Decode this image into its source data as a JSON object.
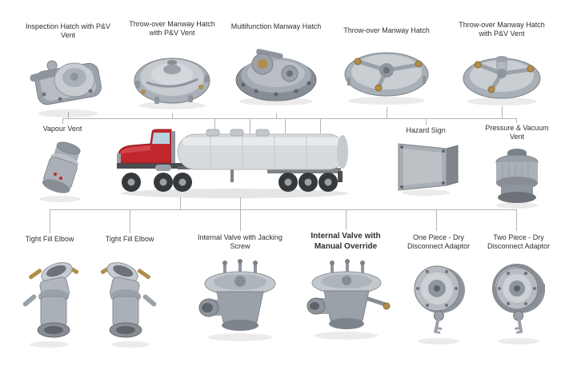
{
  "colors": {
    "background": "#ffffff",
    "connector_line": "#b5b5b5",
    "label_text": "#2f2f2f",
    "metal_light": "#cdd2d6",
    "metal_mid": "#a8aeb5",
    "metal_dark": "#7b8188",
    "brass_accent": "#b08d4a",
    "truck_red": "#c0272d",
    "tank_silver": "#d7dade"
  },
  "components": {
    "top": [
      {
        "label": "Inspection Hatch with P&V Vent"
      },
      {
        "label": "Throw-over Manway Hatch with P&V Vent"
      },
      {
        "label": "Multifunction Manway Hatch"
      },
      {
        "label": "Throw-over Manway Hatch"
      },
      {
        "label": "Throw-over Manway Hatch with P&V Vent"
      }
    ],
    "middle": [
      {
        "label": "Vapour Vent"
      },
      {
        "label": "Hazard Sign"
      },
      {
        "label": "Pressure & Vacuum Vent"
      }
    ],
    "bottom": [
      {
        "label": "Tight Fill Elbow"
      },
      {
        "label": "Tight Fill Elbow"
      },
      {
        "label": "Internal Valve with Jacking Screw"
      },
      {
        "label": "Internal Valve with Manual Override"
      },
      {
        "label": "One Piece - Dry Disconnect Adaptor"
      },
      {
        "label": "Two Piece - Dry Disconnect Adaptor"
      }
    ]
  }
}
